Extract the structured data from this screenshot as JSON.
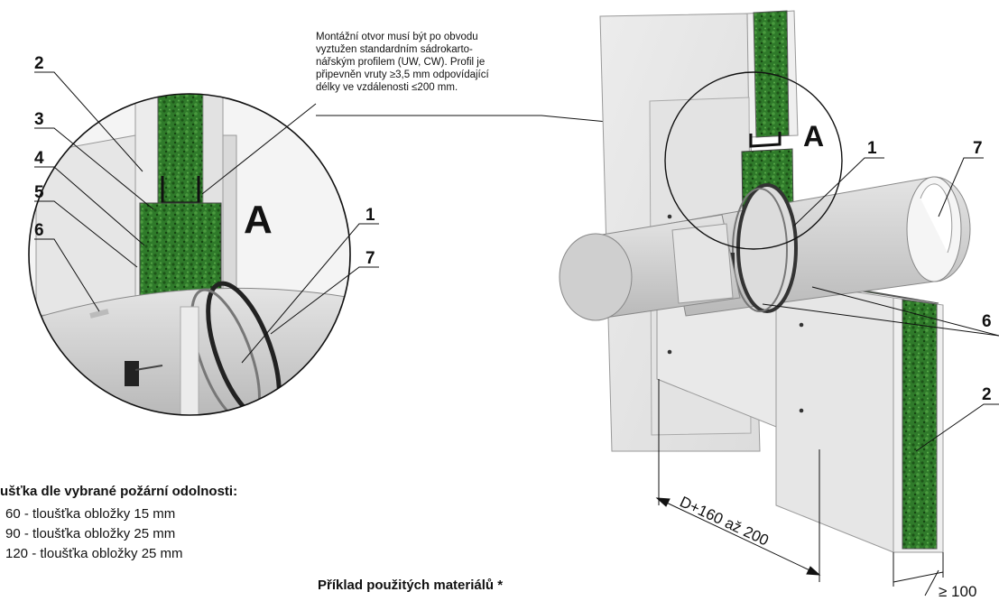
{
  "note": {
    "lines": [
      "Montážní otvor musí být po obvodu",
      "vyztužen standardním sádrokarto-",
      "nářským profilem (UW, CW). Profil je",
      "připevněn vruty ≥3,5 mm odpovídající",
      "délky ve vzdálenosti ≤200 mm."
    ]
  },
  "detail": {
    "label": "A",
    "callouts": [
      "2",
      "3",
      "4",
      "5",
      "6",
      "1",
      "7"
    ]
  },
  "assembly": {
    "label": "A",
    "callouts": [
      "1",
      "7",
      "6",
      "2"
    ],
    "dim_length": "D+160 až 200",
    "dim_depth": "≥ 100"
  },
  "legend": {
    "title": "ušťka dle vybrané požární odolnosti:",
    "lines": [
      "60 - tloušťka obložky 15 mm",
      "90 - tloušťka obložky 25 mm",
      "120 - tloušťka obložky 25 mm"
    ]
  },
  "materials_title": "Příklad použitých materiálů *",
  "colors": {
    "mineral_wool": "#2f7a2a",
    "board": "#e9e9e9",
    "duct": "#d2d2d2",
    "lines": "#111111"
  }
}
